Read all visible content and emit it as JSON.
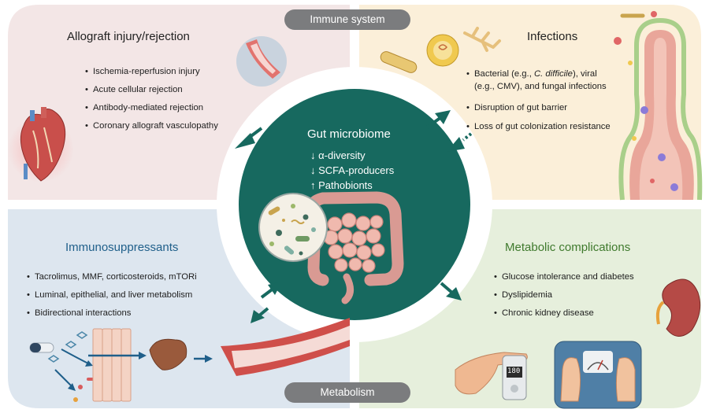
{
  "banners": {
    "top": "Immune system",
    "bottom": "Metabolism"
  },
  "center": {
    "title": "Gut microbiome",
    "items": [
      {
        "arrow": "↓",
        "text": "α-diversity"
      },
      {
        "arrow": "↓",
        "text": "SCFA-producers"
      },
      {
        "arrow": "↑",
        "text": "Pathobionts"
      }
    ]
  },
  "quadrants": {
    "allograft": {
      "title": "Allograft injury/rejection",
      "bullets": [
        "Ischemia-reperfusion injury",
        "Acute cellular rejection",
        "Antibody-mediated rejection",
        "Coronary allograft vasculopathy"
      ]
    },
    "infections": {
      "title": "Infections",
      "bullets": [
        {
          "pre": "Bacterial (e.g., ",
          "italic": "C. difficile",
          "post": "), viral"
        },
        "(e.g., CMV), and fungal infections",
        "Disruption of gut barrier",
        "Loss of gut colonization resistance"
      ]
    },
    "immunosuppressants": {
      "title": "Immunosuppressants",
      "bullets": [
        "Tacrolimus, MMF, corticosteroids, mTORi",
        "Luminal, epithelial, and liver metabolism",
        "Bidirectional interactions"
      ]
    },
    "metabolic": {
      "title": "Metabolic complications",
      "bullets": [
        "Glucose intolerance and diabetes",
        "Dyslipidemia",
        "Chronic kidney disease"
      ]
    }
  },
  "glucometer_reading": "180",
  "colors": {
    "allograft_bg": "#f3e6e6",
    "infections_bg": "#fbefd9",
    "immuno_bg": "#dde6ef",
    "metabolic_bg": "#e6efdc",
    "center_fill": "#17695f",
    "arrow": "#17695f",
    "immuno_title": "#1f5f8a",
    "metabolic_title": "#3f7a2d"
  }
}
